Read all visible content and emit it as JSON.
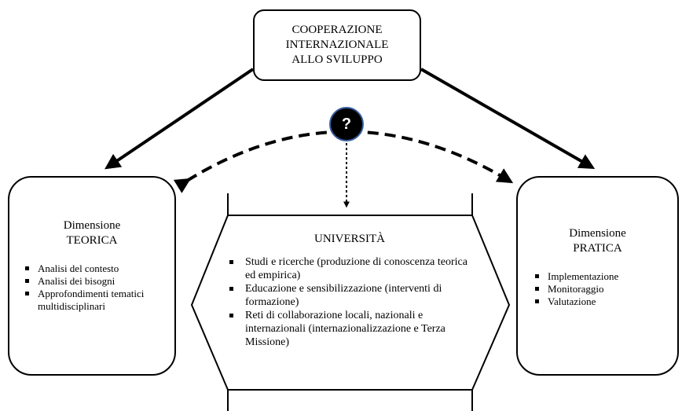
{
  "top_box": {
    "lines": [
      "COOPERAZIONE",
      "INTERNAZIONALE",
      "ALLO SVILUPPO"
    ]
  },
  "left_box": {
    "title_lines": [
      "Dimensione",
      "TEORICA"
    ],
    "items": [
      "Analisi del contesto",
      "Analisi dei bisogni",
      "Approfondimenti tematici multidisciplinari"
    ]
  },
  "right_box": {
    "title_lines": [
      "Dimensione",
      "PRATICA"
    ],
    "items": [
      "Implementazione",
      "Monitoraggio",
      "Valutazione"
    ]
  },
  "center": {
    "title": "UNIVERSITÀ",
    "items": [
      "Studi e ricerche (produzione di conoscenza teorica ed empirica)",
      "Educazione e sensibilizzazione (interventi di formazione)",
      "Reti di collaborazione locali, nazionali e internazionali (internazionalizzazione e Terza Missione)"
    ]
  },
  "question_node": {
    "label": "?"
  }
}
